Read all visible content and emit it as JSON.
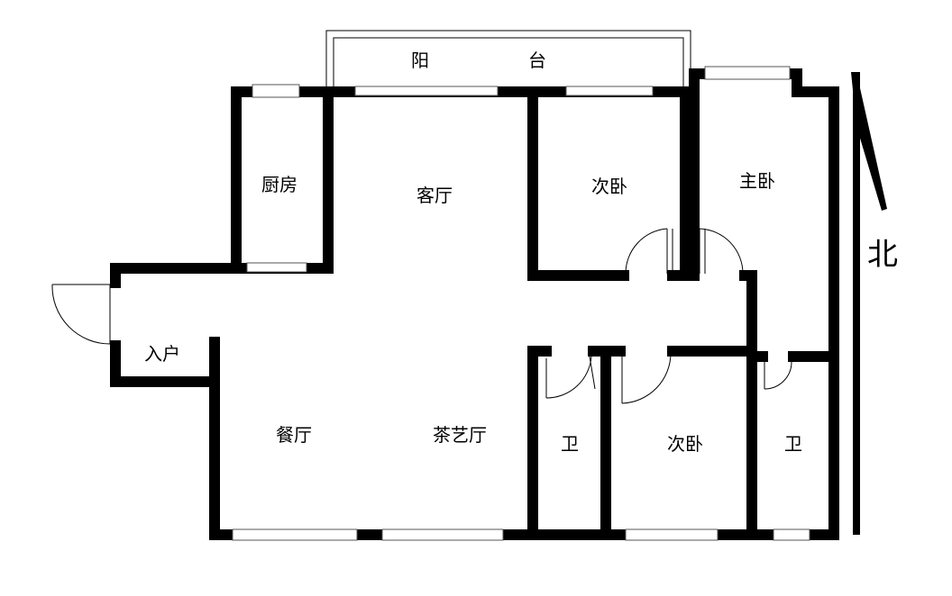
{
  "plan": {
    "rooms": {
      "balcony_left": "阳",
      "balcony_right": "台",
      "kitchen": "厨房",
      "living_room": "客厅",
      "bedroom_top": "次卧",
      "master_bedroom": "主卧",
      "entrance": "入户",
      "dining_room": "餐厅",
      "tea_room": "茶艺厅",
      "bathroom_left": "卫",
      "bedroom_bottom": "次卧",
      "bathroom_right": "卫"
    },
    "north": "北",
    "colors": {
      "wall": "#000000",
      "background": "#ffffff",
      "window": "#555555"
    }
  }
}
